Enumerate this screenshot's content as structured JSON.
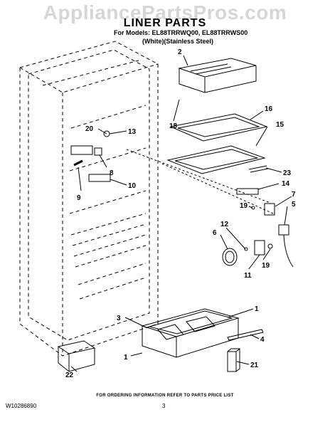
{
  "watermark": "AppliancePartsPros.com",
  "title": "LINER PARTS",
  "models_line1": "For Models: EL88TRRWQ00, EL88TRRWS00",
  "models_line2": "(White)(Stainless Steel)",
  "footer_note": "FOR ORDERING INFORMATION REFER TO PARTS PRICE LIST",
  "doc_number": "W10286890",
  "page_number": "3",
  "callouts": {
    "c2": "2",
    "c16": "16",
    "c15": "15",
    "c18": "18",
    "c20": "20",
    "c13": "13",
    "c8": "8",
    "c10": "10",
    "c9": "9",
    "c23": "23",
    "c14": "14",
    "c7": "7",
    "c19a": "19",
    "c5": "5",
    "c12": "12",
    "c6": "6",
    "c11": "11",
    "c19b": "19",
    "c3": "3",
    "c1a": "1",
    "c4": "4",
    "c1b": "1",
    "c22": "22",
    "c21": "21"
  }
}
